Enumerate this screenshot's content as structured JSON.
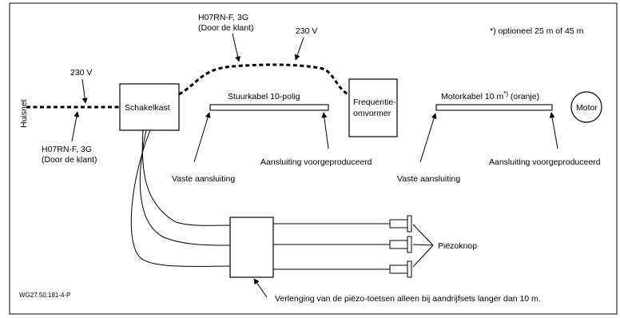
{
  "labels": {
    "huisnet": "Huisnet",
    "v230_left": "230 V",
    "cable_left_1": "H07RN-F, 3G",
    "cable_left_2": "(Door de klant)",
    "cable_top_1": "H07RN-F, 3G",
    "cable_top_2": "(Door de klant)",
    "v230_top": "230 V",
    "optional_note": "*) optioneel 25 m of 45 m",
    "schakelkast": "Schakelkast",
    "stuurkabel": "Stuurkabel 10-polig",
    "freq_1": "Frequentie-",
    "freq_2": "omvormer",
    "motorkabel": "Motorkabel 10 m",
    "motorkabel_sup": "*)",
    "motorkabel_suffix": " (oranje)",
    "motor": "Motor",
    "vaste_1": "Vaste aansluiting",
    "aansl_1": "Aansluiting voorgeproduceerd",
    "vaste_2": "Vaste aansluiting",
    "aansl_2": "Aansluiting voorgeproduceerd",
    "piezoknop": "Piëzoknop",
    "drawing_id": "WG27.50.181-4-P",
    "footnote": "Verlenging van de piëzo-toetsen alleen bij aandrijfsets langer dan 10 m."
  }
}
